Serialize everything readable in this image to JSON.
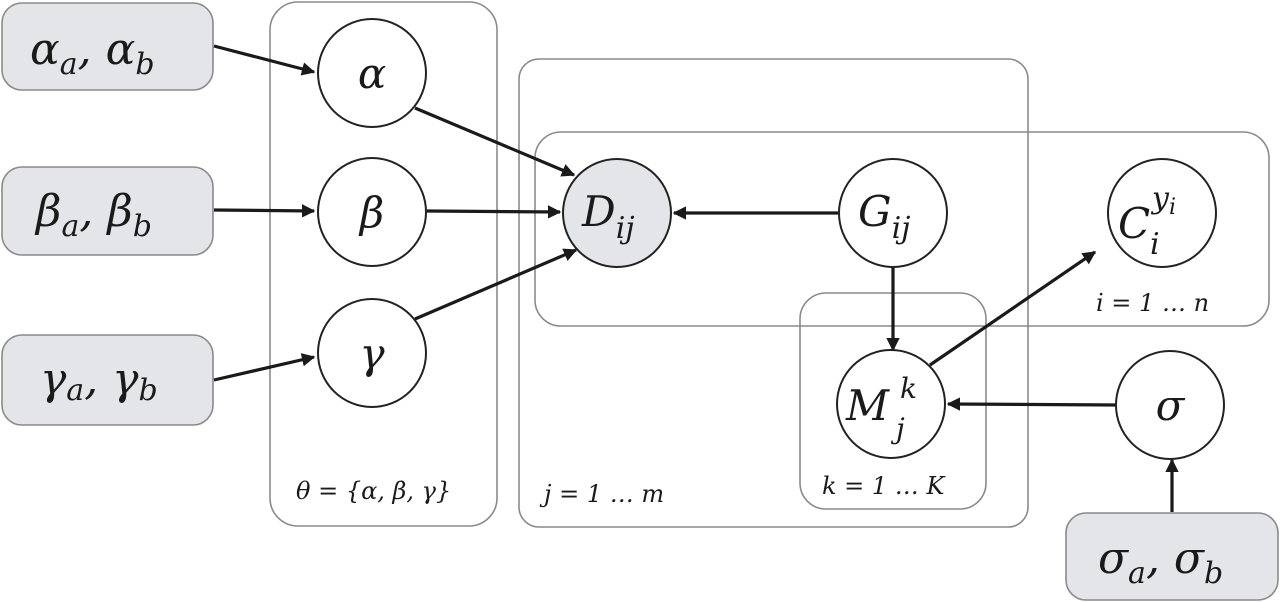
{
  "diagram": {
    "type": "plate-notation-graphical-model",
    "hyperparameters": {
      "alpha": {
        "base": "α",
        "sub1": "a",
        "sep": ", ",
        "base2": "α",
        "sub2": "b"
      },
      "beta": {
        "base": "β",
        "sub1": "a",
        "sep": ", ",
        "base2": "β",
        "sub2": "b"
      },
      "gamma": {
        "base": "γ",
        "sub1": "a",
        "sep": ", ",
        "base2": "γ",
        "sub2": "b"
      },
      "sigma": {
        "base": "σ",
        "sub1": "a",
        "sep": ", ",
        "base2": "σ",
        "sub2": "b"
      }
    },
    "nodes": {
      "alpha": {
        "label": "α",
        "observed": false
      },
      "beta": {
        "label": "β",
        "observed": false
      },
      "gamma": {
        "label": "γ",
        "observed": false
      },
      "D": {
        "label": "D",
        "sub": "ij",
        "observed": true
      },
      "G": {
        "label": "G",
        "sub": "ij",
        "observed": false
      },
      "C": {
        "label": "C",
        "sub": "i",
        "sup": "y",
        "sup_sub": "i",
        "observed": false
      },
      "M": {
        "label": "M",
        "sub": "j",
        "sup": "k",
        "observed": false
      },
      "sigma": {
        "label": "σ",
        "observed": false
      }
    },
    "plates": {
      "theta": {
        "label": "θ = {α, β, γ}"
      },
      "j": {
        "label": "j = 1 … m"
      },
      "i": {
        "label": "i = 1 … n"
      },
      "k": {
        "label": "k = 1 … K"
      }
    },
    "edges": [
      {
        "from": "alpha_hyper",
        "to": "alpha"
      },
      {
        "from": "beta_hyper",
        "to": "beta"
      },
      {
        "from": "gamma_hyper",
        "to": "gamma"
      },
      {
        "from": "alpha",
        "to": "D"
      },
      {
        "from": "beta",
        "to": "D"
      },
      {
        "from": "gamma",
        "to": "D"
      },
      {
        "from": "G",
        "to": "D"
      },
      {
        "from": "G",
        "to": "M"
      },
      {
        "from": "M",
        "to": "C"
      },
      {
        "from": "sigma",
        "to": "M"
      },
      {
        "from": "sigma_hyper",
        "to": "sigma"
      }
    ]
  }
}
